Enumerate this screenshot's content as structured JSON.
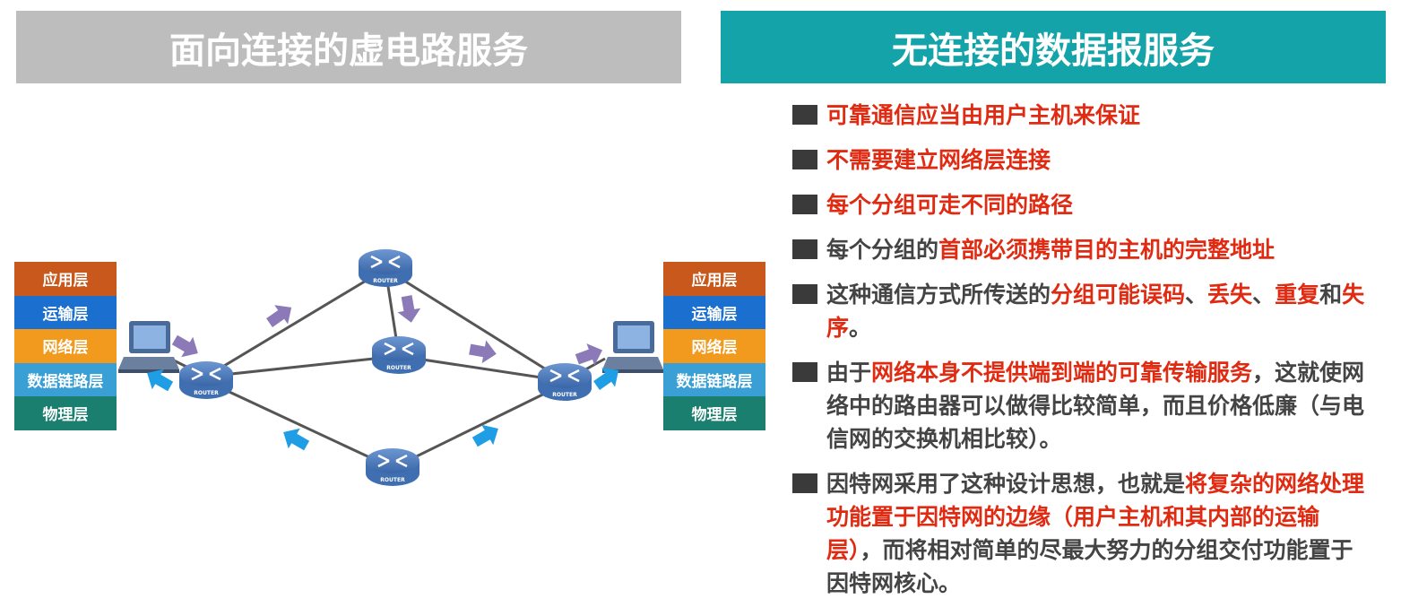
{
  "headers": {
    "left": "面向连接的虚电路服务",
    "right": "无连接的数据报服务"
  },
  "layers": [
    {
      "label": "应用层",
      "color": "#c9581c"
    },
    {
      "label": "运输层",
      "color": "#1b6fcf"
    },
    {
      "label": "网络层",
      "color": "#f19a1e"
    },
    {
      "label": "数据链路层",
      "color": "#3a9fd5"
    },
    {
      "label": "物理层",
      "color": "#1a7f6e"
    }
  ],
  "router_label": "ROUTER",
  "colors": {
    "purple_arrow": "#8c79b8",
    "blue_arrow": "#1f9ee6",
    "router_body": "#3f6fb0",
    "link": "#555555",
    "red_text": "#e02b12"
  },
  "bullets": [
    [
      {
        "t": "可靠通信应当由用户主机来保证",
        "r": true
      }
    ],
    [
      {
        "t": "不需要建立网络层连接",
        "r": true
      }
    ],
    [
      {
        "t": "每个分组可走不同的路径",
        "r": true
      }
    ],
    [
      {
        "t": "每个分组的",
        "r": false
      },
      {
        "t": "首部必须携带目的主机的完整地址",
        "r": true
      }
    ],
    [
      {
        "t": "这种通信方式所传送的",
        "r": false
      },
      {
        "t": "分组可能误码",
        "r": true
      },
      {
        "t": "、",
        "r": false
      },
      {
        "t": "丢失",
        "r": true
      },
      {
        "t": "、",
        "r": false
      },
      {
        "t": "重复",
        "r": true
      },
      {
        "t": "和",
        "r": false
      },
      {
        "t": "失序",
        "r": true
      },
      {
        "t": "。",
        "r": false
      }
    ],
    [
      {
        "t": "由于",
        "r": false
      },
      {
        "t": "网络本身不提供端到端的可靠传输服务",
        "r": true
      },
      {
        "t": "，这就使网络中的路由器可以做得比较简单，而且价格低廉（与电信网的交换机相比较）。",
        "r": false
      }
    ],
    [
      {
        "t": "因特网采用了这种设计思想，也就是",
        "r": false
      },
      {
        "t": "将复杂的网络处理功能置于因特网的边缘（用户主机和其内部的运输层）",
        "r": true
      },
      {
        "t": "，而将相对简单的尽最大努力的分组交付功能置于因特网核心。",
        "r": false
      }
    ]
  ]
}
